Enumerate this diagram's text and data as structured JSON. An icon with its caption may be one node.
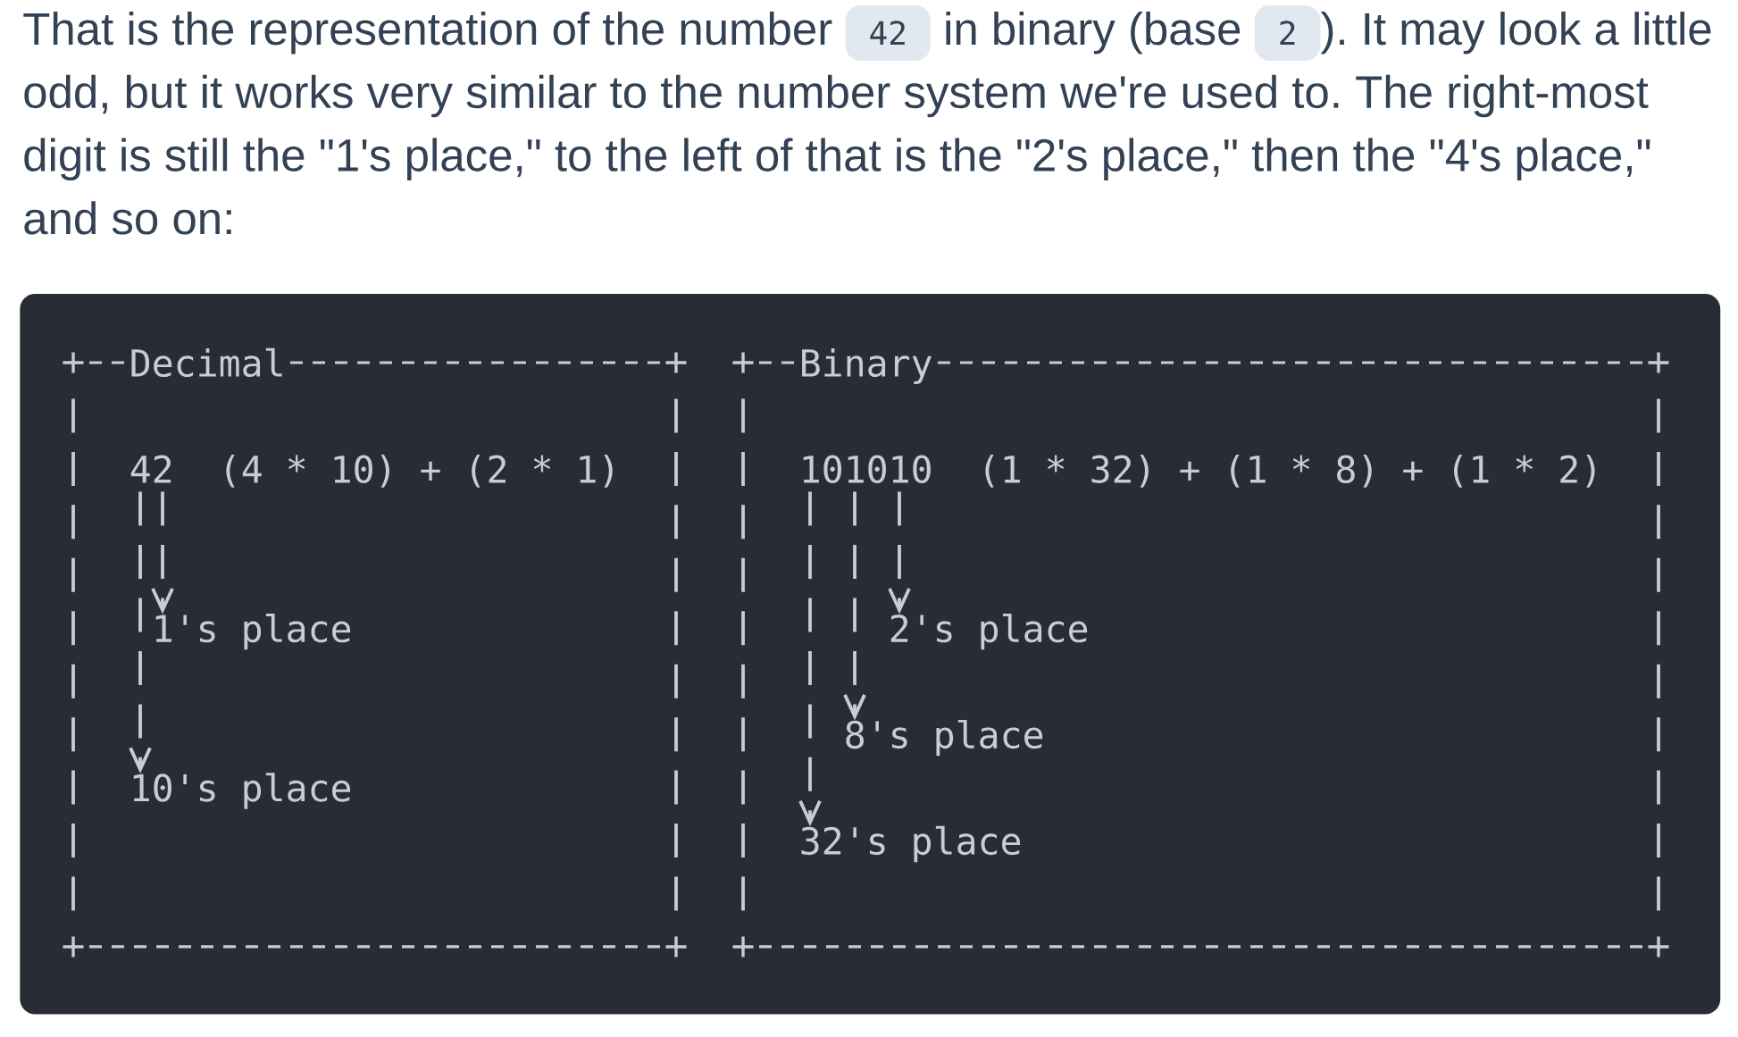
{
  "diagram": {
    "nodes": [
      {
        "text": [
          "Decimal",
          "(4 * 10) + (2 * 1)"
        ]
      },
      {
        "text": [
          "42"
        ],
        "in": 0
      },
      {
        "text": [
          "1's place"
        ],
        "in": 0
      },
      {
        "text": [
          "10's place"
        ],
        "in": 0
      },
      {
        "text": [
          "Binary",
          "(1 * 32) + (1 * 8) + (1 * 2)"
        ]
      },
      {
        "text": [
          "101010"
        ],
        "in": 4
      },
      {
        "text": [
          "2's place"
        ],
        "in": 4
      },
      {
        "text": [
          "8's place"
        ],
        "in": 4
      },
      {
        "text": [
          "32's place"
        ],
        "in": 4
      }
    ],
    "edges": [
      {
        "from": 1,
        "to": 2,
        "arrow": "to"
      },
      {
        "from": 1,
        "to": 3,
        "arrow": "to"
      },
      {
        "from": 5,
        "to": 6,
        "arrow": "to"
      },
      {
        "from": 5,
        "to": 7,
        "arrow": "to"
      },
      {
        "from": 5,
        "to": 8,
        "arrow": "to"
      }
    ],
    "labels": [
      "That is the representation of the number",
      "42",
      "in binary (base",
      "2",
      "). It may look a little odd, but it works very similar to the number system we're used to. The right-most digit is still the \"1's place,\" to the left of that is the \"2's place,\" then the \"4's place,\" and so on:"
    ]
  }
}
